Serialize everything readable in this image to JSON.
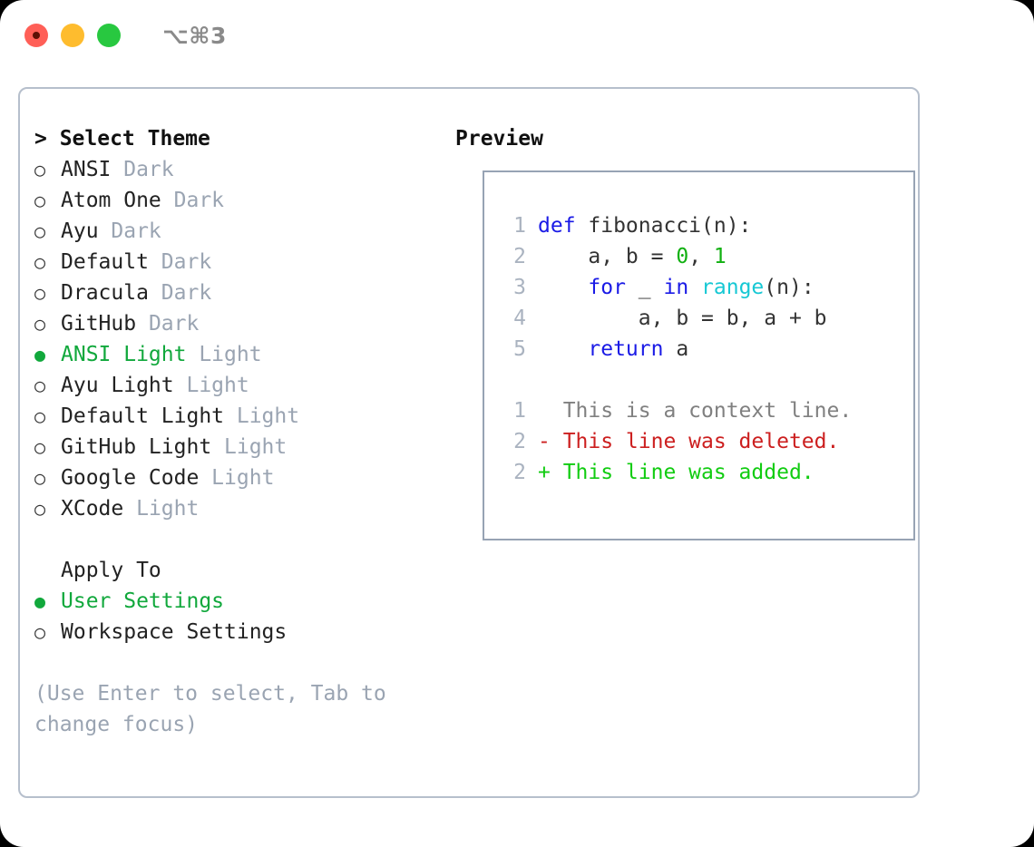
{
  "window": {
    "shortcut": "⌥⌘3",
    "traffic_lights": [
      "close",
      "minimize",
      "maximize"
    ]
  },
  "theme_picker": {
    "header": "> Select Theme",
    "options": [
      {
        "marker": "○",
        "selected": false,
        "label": "ANSI",
        "tag": "Dark"
      },
      {
        "marker": "○",
        "selected": false,
        "label": "Atom One",
        "tag": "Dark"
      },
      {
        "marker": "○",
        "selected": false,
        "label": "Ayu",
        "tag": "Dark"
      },
      {
        "marker": "○",
        "selected": false,
        "label": "Default",
        "tag": "Dark"
      },
      {
        "marker": "○",
        "selected": false,
        "label": "Dracula",
        "tag": "Dark"
      },
      {
        "marker": "○",
        "selected": false,
        "label": "GitHub",
        "tag": "Dark"
      },
      {
        "marker": "●",
        "selected": true,
        "label": "ANSI Light",
        "tag": "Light"
      },
      {
        "marker": "○",
        "selected": false,
        "label": "Ayu Light",
        "tag": "Light"
      },
      {
        "marker": "○",
        "selected": false,
        "label": "Default Light",
        "tag": "Light"
      },
      {
        "marker": "○",
        "selected": false,
        "label": "GitHub Light",
        "tag": "Light"
      },
      {
        "marker": "○",
        "selected": false,
        "label": "Google Code",
        "tag": "Light"
      },
      {
        "marker": "○",
        "selected": false,
        "label": "XCode",
        "tag": "Light"
      }
    ]
  },
  "apply_to": {
    "header": "Apply To",
    "options": [
      {
        "marker": "●",
        "selected": true,
        "label": "User Settings"
      },
      {
        "marker": "○",
        "selected": false,
        "label": "Workspace Settings"
      }
    ]
  },
  "hint": "(Use Enter to select, Tab to change focus)",
  "preview": {
    "header": "Preview",
    "code_lines": [
      {
        "no": "1",
        "tokens": [
          {
            "t": "def ",
            "c": "kw"
          },
          {
            "t": "fibonacci(n):",
            "c": "plain"
          }
        ]
      },
      {
        "no": "2",
        "tokens": [
          {
            "t": "    a, b = ",
            "c": "plain"
          },
          {
            "t": "0",
            "c": "num"
          },
          {
            "t": ", ",
            "c": "plain"
          },
          {
            "t": "1",
            "c": "num"
          }
        ]
      },
      {
        "no": "3",
        "tokens": [
          {
            "t": "    ",
            "c": "plain"
          },
          {
            "t": "for",
            "c": "kw"
          },
          {
            "t": " _ ",
            "c": "plain"
          },
          {
            "t": "in",
            "c": "kw"
          },
          {
            "t": " ",
            "c": "plain"
          },
          {
            "t": "range",
            "c": "builtin"
          },
          {
            "t": "(n):",
            "c": "plain"
          }
        ]
      },
      {
        "no": "4",
        "tokens": [
          {
            "t": "        a, b = b, a + b",
            "c": "plain"
          }
        ]
      },
      {
        "no": "5",
        "tokens": [
          {
            "t": "    ",
            "c": "plain"
          },
          {
            "t": "return",
            "c": "kw"
          },
          {
            "t": " a",
            "c": "plain"
          }
        ]
      }
    ],
    "diff_lines": [
      {
        "no": "1",
        "tokens": [
          {
            "t": "  This is a context line.",
            "c": "ctx"
          }
        ]
      },
      {
        "no": "2",
        "tokens": [
          {
            "t": "- This line was deleted.",
            "c": "del"
          }
        ]
      },
      {
        "no": "2",
        "tokens": [
          {
            "t": "+ This line was added.",
            "c": "add"
          }
        ]
      }
    ]
  },
  "colors": {
    "accent_green": "#11a83c",
    "tag_gray": "#9aa4b2",
    "border": "#b6bfcc",
    "keyword_blue": "#1a1ae6",
    "number_green": "#11b011",
    "builtin_cyan": "#17c8d4",
    "diff_delete_red": "#cc1f1f",
    "diff_add_green": "#11cc11"
  }
}
